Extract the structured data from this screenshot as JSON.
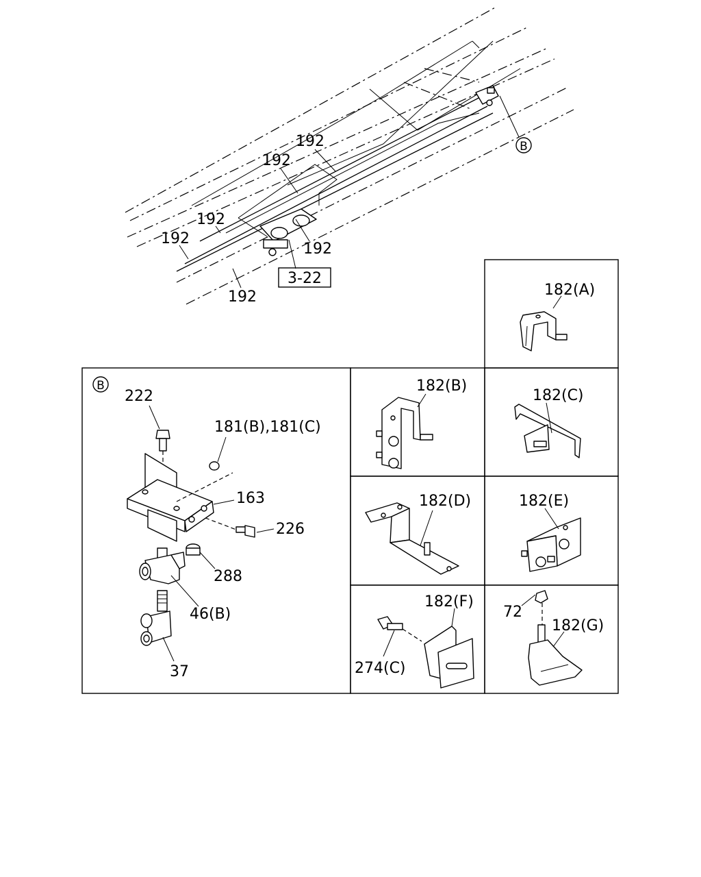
{
  "overview": {
    "labels": {
      "pipe_1": "192",
      "pipe_2": "192",
      "pipe_3": "192",
      "pipe_4": "192",
      "pipe_5": "192",
      "pipe_6": "192"
    },
    "reference_box": "3-22",
    "detail_marker": "B"
  },
  "detail_b": {
    "marker": "B",
    "labels": {
      "bolt": "222",
      "nut": "181(B),181(C)",
      "bracket": "163",
      "bolt_side": "226",
      "cap": "288",
      "tee": "46(B)",
      "elbow": "37"
    }
  },
  "bracket_variants": {
    "a": "182(A)",
    "b": "182(B)",
    "c": "182(C)",
    "d": "182(D)",
    "e": "182(E)",
    "f": "182(F)",
    "f_bolt": "274(C)",
    "g": "182(G)",
    "g_nut": "72"
  }
}
